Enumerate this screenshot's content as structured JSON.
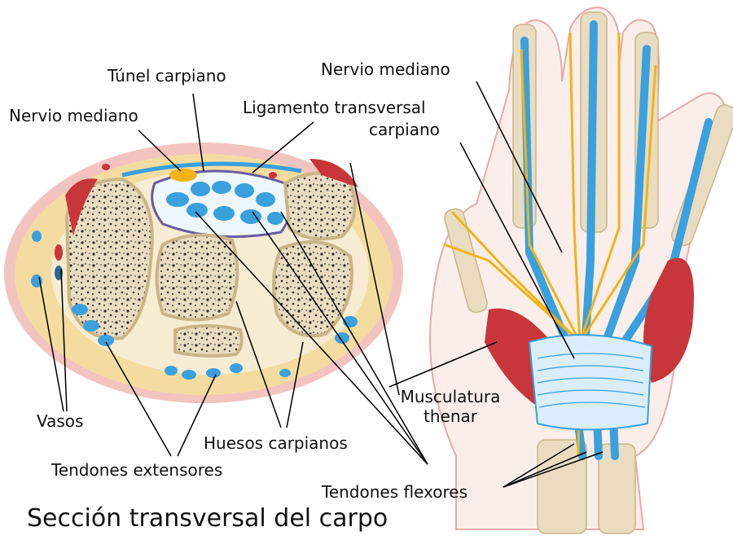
{
  "labels": {
    "tunel_carpiano": "Túnel carpiano",
    "nervio_mediano_left": "Nervio mediano",
    "ligamento_line1": "Ligamento transversal",
    "ligamento_line2": "carpiano",
    "nervio_mediano_right": "Nervio mediano",
    "vasos": "Vasos",
    "huesos_carpianos": "Huesos carpianos",
    "tendones_extensores": "Tendones extensores",
    "musculatura_line1": "Musculatura",
    "musculatura_line2": "thenar",
    "tendones_flexores": "Tendones flexores",
    "section_title": "Sección transversal del carpo"
  },
  "colors": {
    "skin_outline": "#e8a9a9",
    "fat": "#f4dca0",
    "bone": "#e9dcc0",
    "bone_dots": "#2b2b2b",
    "tendon": "#3aa0de",
    "tendon_light": "#bfe3f7",
    "nerve": "#f2b316",
    "muscle": "#c8363b",
    "ligament": "#6a5aa0",
    "leader_line": "#000000"
  }
}
